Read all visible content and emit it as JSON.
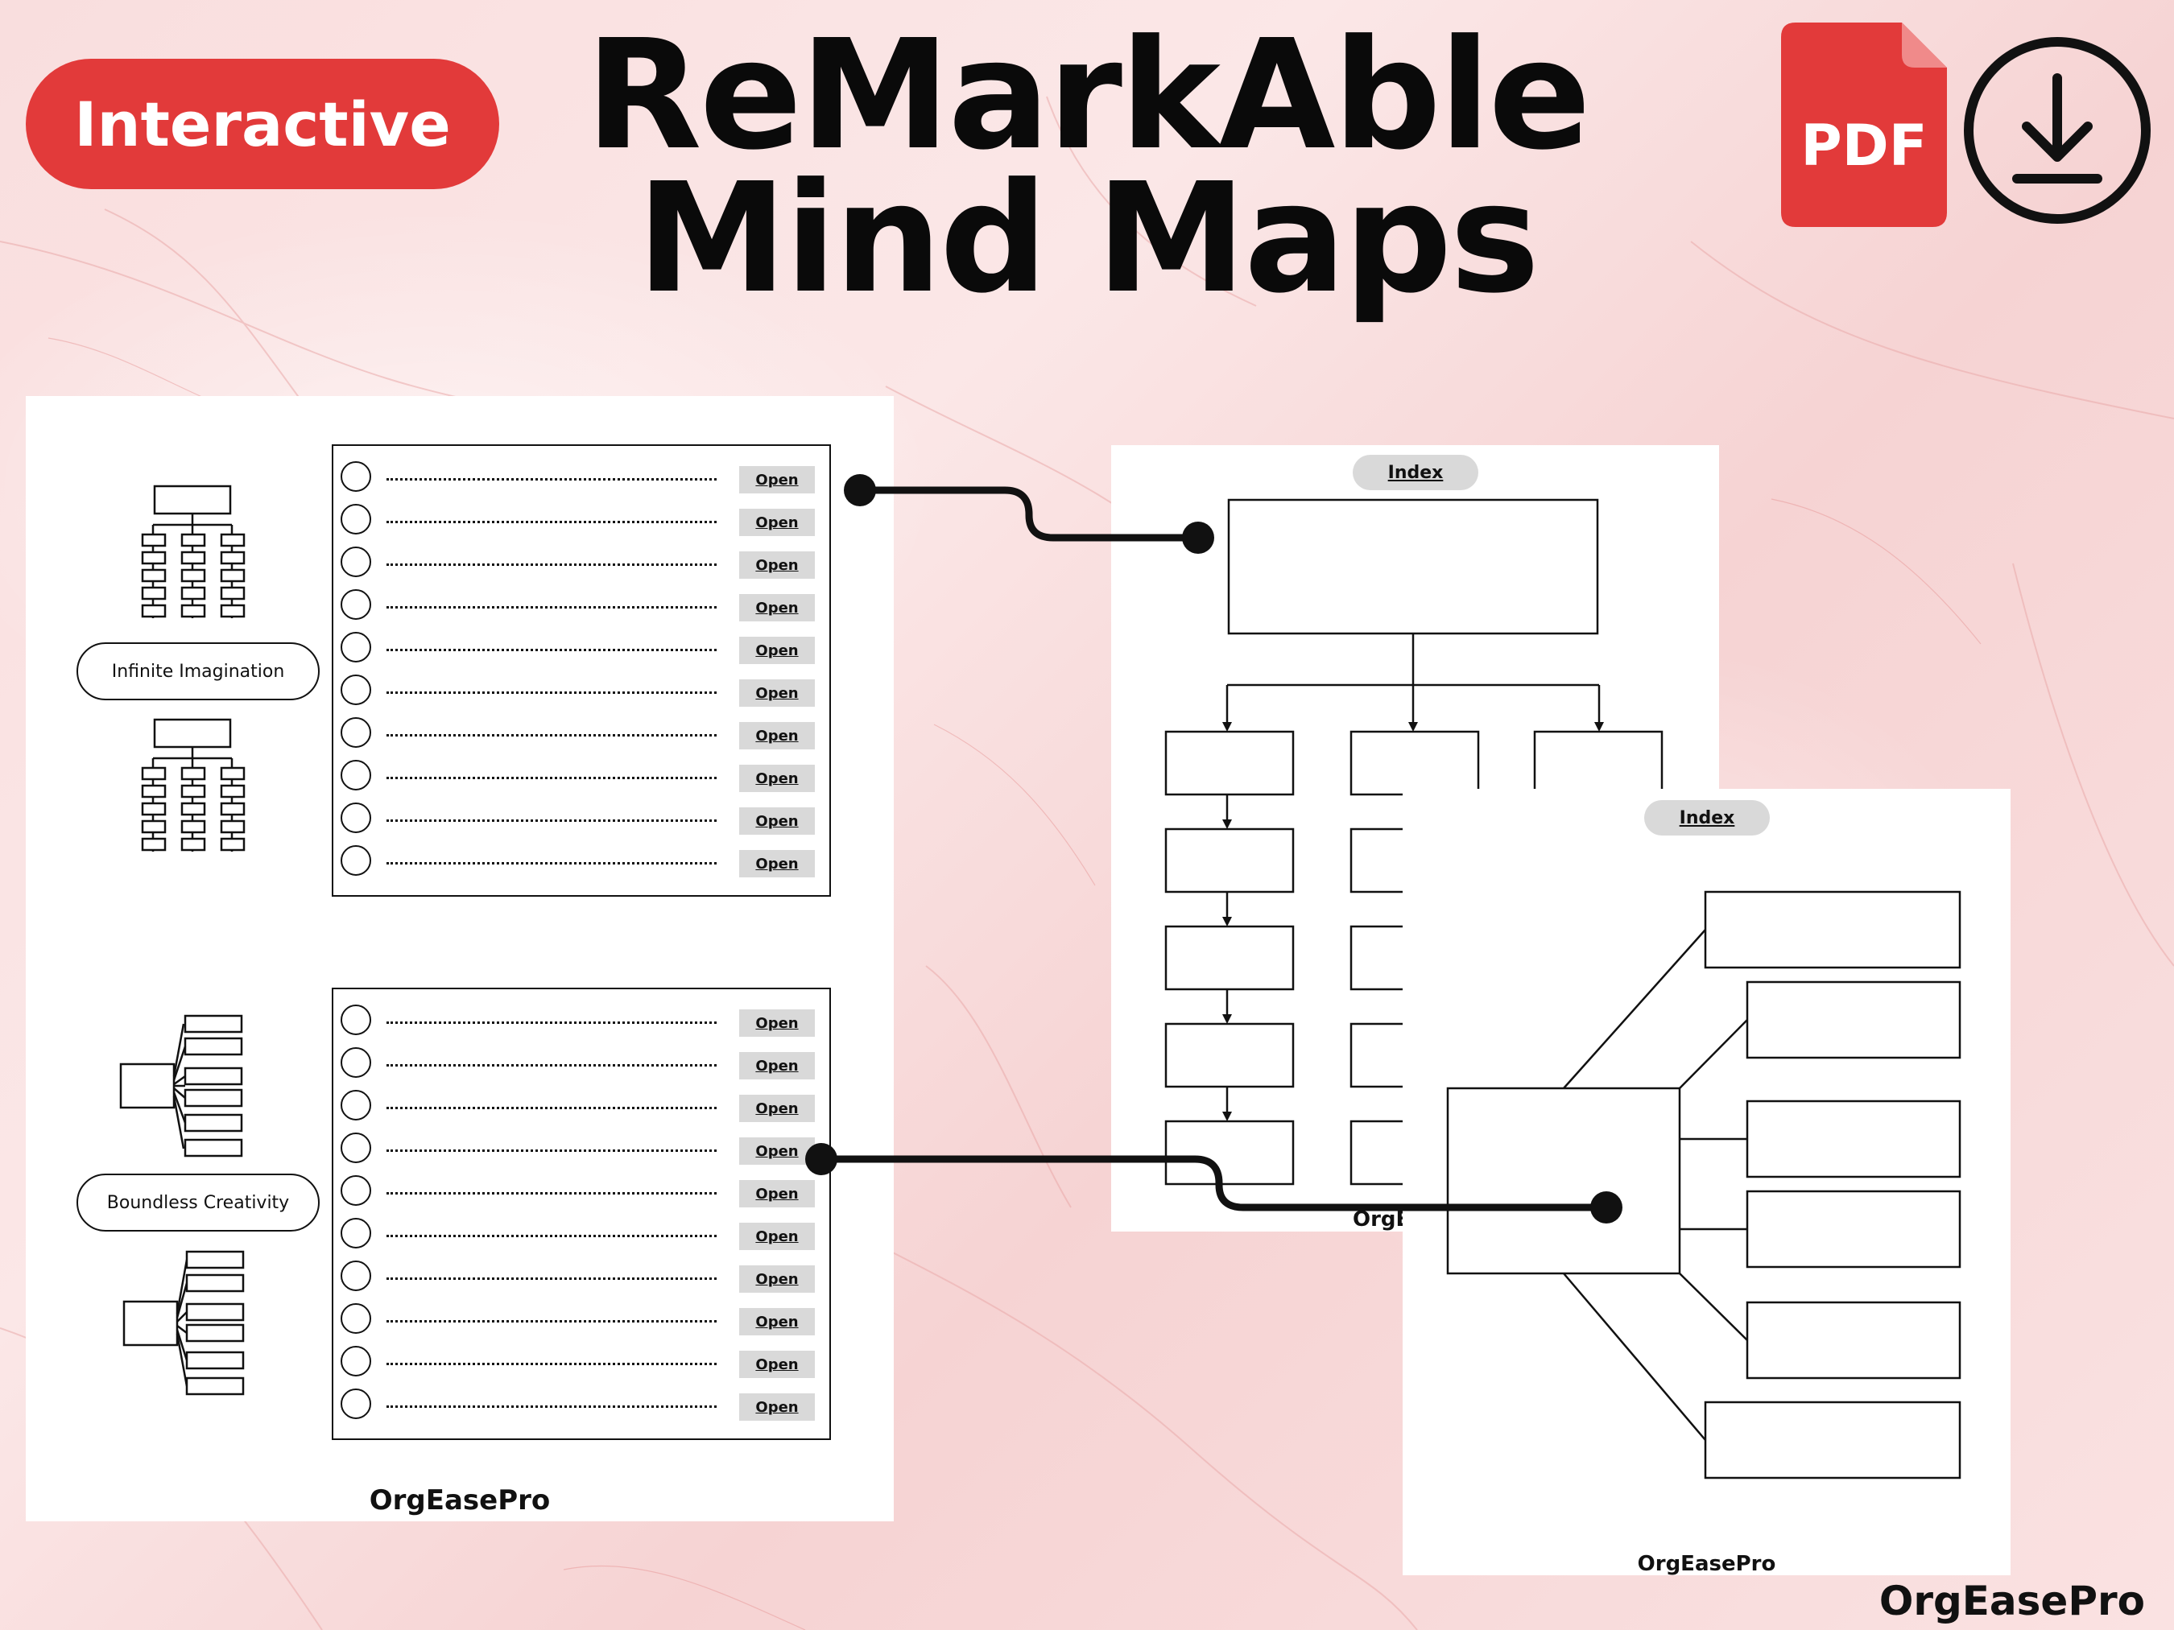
{
  "badge": {
    "label": "Interactive"
  },
  "title": {
    "line1": "ReMarkAble",
    "line2": "Mind Maps"
  },
  "pdf": {
    "label": "PDF",
    "icon": "pdf-file-icon",
    "color": "#e23a3a"
  },
  "download": {
    "icon": "download-icon"
  },
  "left_sheet": {
    "section1": {
      "label": "Infinite Imagination"
    },
    "section2": {
      "label": "Boundless Creativity"
    },
    "open_label": "Open",
    "brand": "OrgEasePro"
  },
  "mid_sheet": {
    "index_label": "Index",
    "brand_partial": "OrgE"
  },
  "right_sheet": {
    "index_label": "Index",
    "brand": "OrgEasePro"
  },
  "corner_brand": "OrgEasePro",
  "colors": {
    "accent": "#e23a3a",
    "ink": "#111111",
    "button_fill": "#d9d9d9"
  }
}
